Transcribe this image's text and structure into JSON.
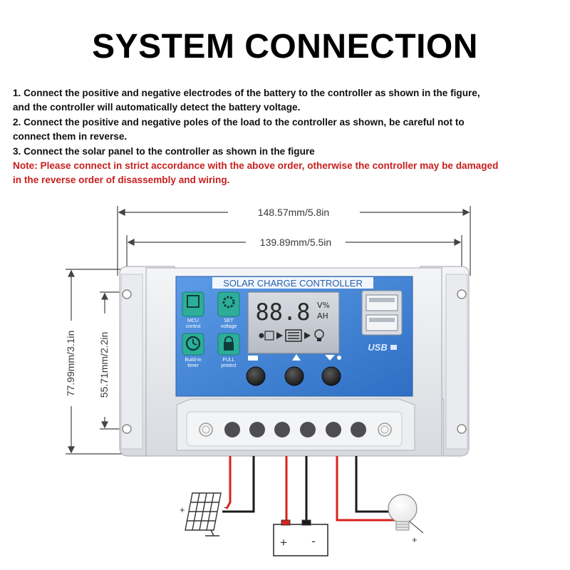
{
  "title": "SYSTEM CONNECTION",
  "instructions": [
    "1. Connect the positive and negative electrodes of the battery to the controller as shown in the figure,",
    "and the controller will automatically detect the battery voltage.",
    "2. Connect the positive and negative poles of the load to the controller as shown, be careful not to",
    "connect them in reverse.",
    "3. Connect the solar panel to the controller as shown in the figure"
  ],
  "note": [
    "Note: Please connect in strict accordance with the above order, otherwise the controller may be damaged",
    "in the reverse order of disassembly and wiring."
  ],
  "dimensions": {
    "outer_width": "148.57mm/5.8in",
    "inner_width": "139.89mm/5.5in",
    "outer_height": "77.99mm/3.1in",
    "inner_height": "55.71mm/2.2in"
  },
  "controller": {
    "label": "SOLAR CHARGE CONTROLLER",
    "display_digits": "88.8",
    "display_unit_top": "V%",
    "display_unit_bottom": "AH",
    "usb_label": "USB",
    "features": {
      "mcu_line1": "MCU",
      "mcu_line2": "control",
      "set_line1": "SET",
      "set_line2": "voltage",
      "timer_line1": "Build-in",
      "timer_line2": "timer",
      "protect_line1": "FULL",
      "protect_line2": "protect"
    }
  },
  "polarity": {
    "plus": "+",
    "minus": "-"
  },
  "colors": {
    "note_red": "#c8201e",
    "panel_blue": "#3a7fd0",
    "wire_red": "#d9221c",
    "wire_black": "#1a1a1a"
  }
}
